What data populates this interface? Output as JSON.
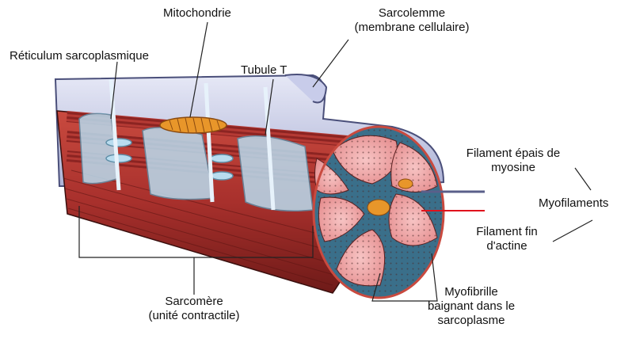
{
  "labels": {
    "mitochondrie": "Mitochondrie",
    "sarcolemme_line1": "Sarcolemme",
    "sarcolemme_line2": "(membrane cellulaire)",
    "reticulum": "Réticulum sarcoplasmique",
    "tubule_t": "Tubule T",
    "filament_epais_line1": "Filament épais de",
    "filament_epais_line2": "myosine",
    "myofilaments": "Myofilaments",
    "filament_fin_line1": "Filament fin",
    "filament_fin_line2": "d'actine",
    "sarcomere_line1": "Sarcomère",
    "sarcomere_line2": "(unité contractile)",
    "myofibrille_line1": "Myofibrille",
    "myofibrille_line2": "baignant dans le",
    "myofibrille_line3": "sarcoplasme"
  },
  "colors": {
    "sarcolemma": "#d8dcf0",
    "sarcolemma_edge": "#4a4f7a",
    "reticulum": "#b9dcef",
    "myofibril_red": "#a8302c",
    "myofibril_dark": "#6e1a18",
    "cross_section_pink": "#f2a8a8",
    "mitochondria": "#e8962a",
    "myosin_line": "#5a5f8a",
    "actin_line": "#e0121c"
  }
}
